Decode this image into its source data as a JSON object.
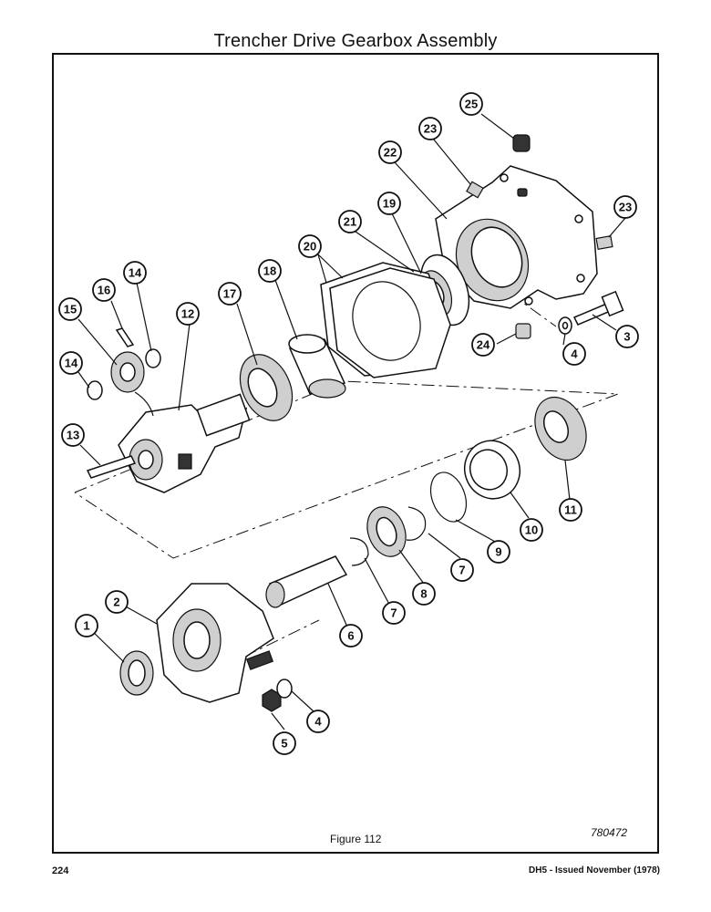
{
  "page": {
    "title": "Trencher Drive Gearbox Assembly",
    "figure_label": "Figure 112",
    "drawing_number": "780472",
    "page_number": "224",
    "issue": "DH5 - Issued November (1978)"
  },
  "callouts": [
    {
      "id": "c1",
      "label": "1"
    },
    {
      "id": "c2",
      "label": "2"
    },
    {
      "id": "c3",
      "label": "3"
    },
    {
      "id": "c4a",
      "label": "4"
    },
    {
      "id": "c4b",
      "label": "4"
    },
    {
      "id": "c5",
      "label": "5"
    },
    {
      "id": "c6",
      "label": "6"
    },
    {
      "id": "c7a",
      "label": "7"
    },
    {
      "id": "c7b",
      "label": "7"
    },
    {
      "id": "c8",
      "label": "8"
    },
    {
      "id": "c9",
      "label": "9"
    },
    {
      "id": "c10",
      "label": "10"
    },
    {
      "id": "c11",
      "label": "11"
    },
    {
      "id": "c12",
      "label": "12"
    },
    {
      "id": "c13",
      "label": "13"
    },
    {
      "id": "c14a",
      "label": "14"
    },
    {
      "id": "c14b",
      "label": "14"
    },
    {
      "id": "c15",
      "label": "15"
    },
    {
      "id": "c16",
      "label": "16"
    },
    {
      "id": "c17",
      "label": "17"
    },
    {
      "id": "c18",
      "label": "18"
    },
    {
      "id": "c19",
      "label": "19"
    },
    {
      "id": "c20",
      "label": "20"
    },
    {
      "id": "c21",
      "label": "21"
    },
    {
      "id": "c22",
      "label": "22"
    },
    {
      "id": "c23a",
      "label": "23"
    },
    {
      "id": "c23b",
      "label": "23"
    },
    {
      "id": "c24",
      "label": "24"
    },
    {
      "id": "c25",
      "label": "25"
    }
  ]
}
